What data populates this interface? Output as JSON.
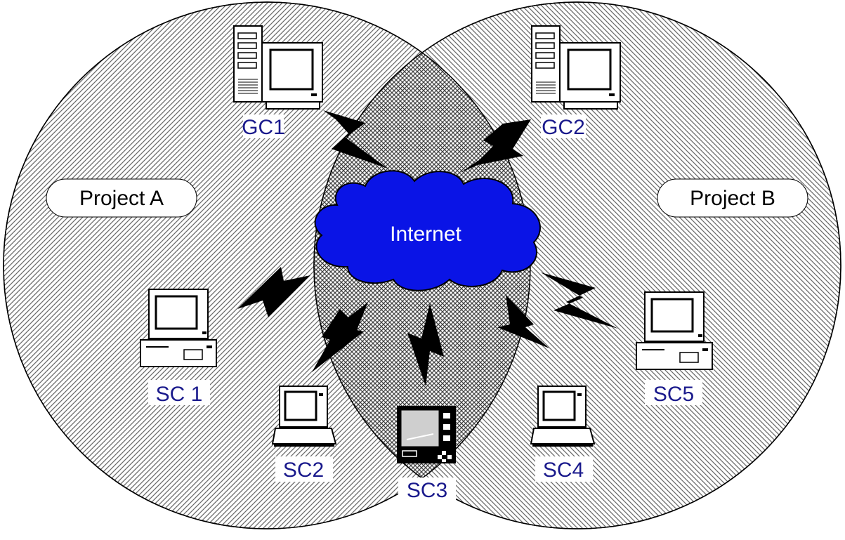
{
  "colors": {
    "project_a_hatch": "#6a6a6a",
    "project_b_hatch": "#6a6a6a",
    "overlap_hatch": "#444444",
    "label_text": "#1a1a8c",
    "cloud_fill": "#0a14e6",
    "cloud_text": "#ffffff",
    "outline": "#000000"
  },
  "regions": {
    "project_a": {
      "label": "Project A"
    },
    "project_b": {
      "label": "Project B"
    }
  },
  "network": {
    "label": "Internet",
    "icon": "cloud-icon"
  },
  "nodes": {
    "gc1": {
      "label": "GC1",
      "icon": "server-workstation-icon"
    },
    "gc2": {
      "label": "GC2",
      "icon": "server-workstation-icon"
    },
    "sc1": {
      "label": "SC 1",
      "icon": "desktop-pc-icon"
    },
    "sc2": {
      "label": "SC2",
      "icon": "laptop-icon"
    },
    "sc3": {
      "label": "SC3",
      "icon": "tablet-device-icon"
    },
    "sc4": {
      "label": "SC4",
      "icon": "laptop-icon"
    },
    "sc5": {
      "label": "SC5",
      "icon": "desktop-pc-icon"
    }
  },
  "links": {
    "icon": "lightning-link-icon",
    "connections": [
      [
        "GC1",
        "Internet"
      ],
      [
        "GC2",
        "Internet"
      ],
      [
        "SC 1",
        "Internet"
      ],
      [
        "SC2",
        "Internet"
      ],
      [
        "SC3",
        "Internet"
      ],
      [
        "SC4",
        "Internet"
      ],
      [
        "SC5",
        "Internet"
      ]
    ]
  }
}
